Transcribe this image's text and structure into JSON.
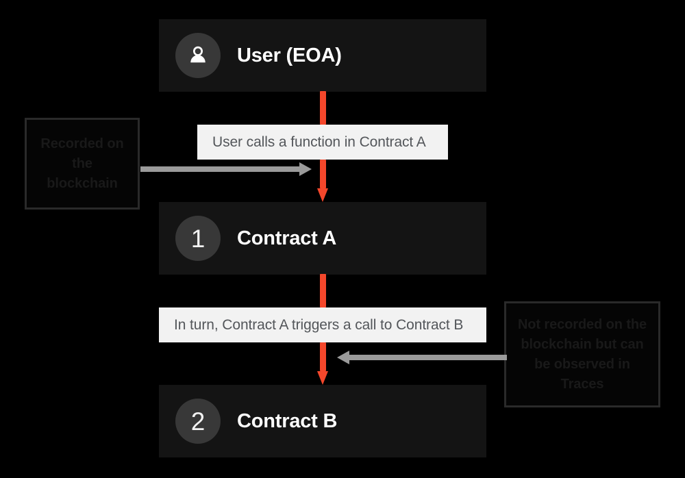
{
  "diagram": {
    "background_color": "#000000",
    "accent_color": "#f4472b",
    "connector_color": "#9a9a9a",
    "card_color": "#141414",
    "badge_color": "#383838",
    "caption_bg_color": "#f2f2f2",
    "caption_text_color": "#53565a"
  },
  "nodes": [
    {
      "id": "user",
      "badge_type": "person-icon",
      "badge_text": "",
      "label": "User (EOA)"
    },
    {
      "id": "contract-a",
      "badge_type": "number",
      "badge_text": "1",
      "label": "Contract A"
    },
    {
      "id": "contract-b",
      "badge_type": "number",
      "badge_text": "2",
      "label": "Contract B"
    }
  ],
  "captions": [
    {
      "id": "caption-1",
      "text": "User calls a function in Contract A"
    },
    {
      "id": "caption-2",
      "text": "In turn, Contract A triggers a call to Contract B"
    }
  ],
  "notes": [
    {
      "id": "note-left",
      "text": "Recorded on the blockchain"
    },
    {
      "id": "note-right",
      "text": "Not recorded on the blockchain but can be observed in Traces"
    }
  ]
}
